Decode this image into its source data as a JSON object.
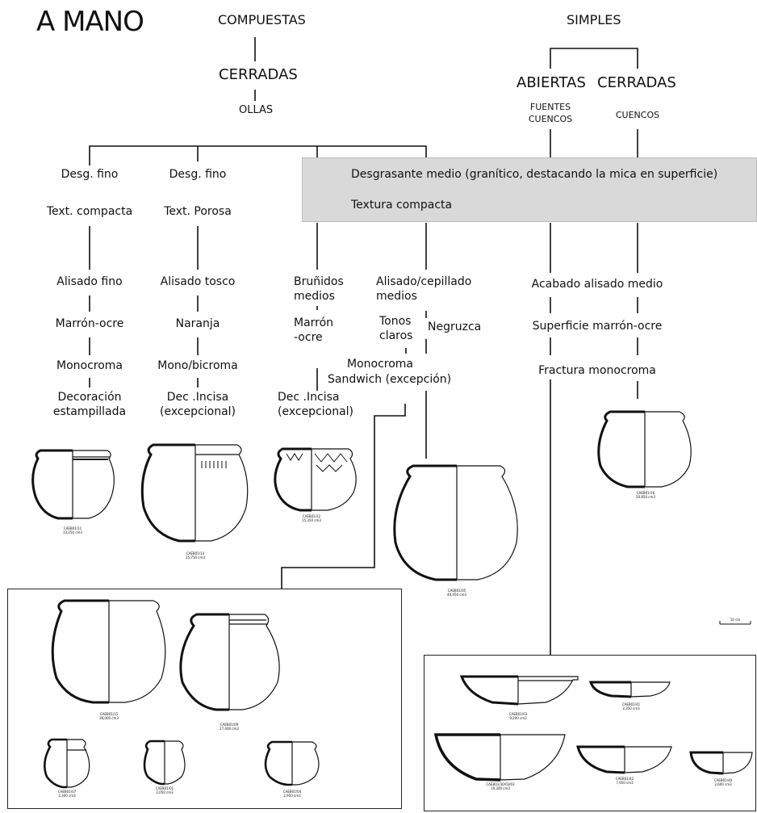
{
  "title": "A MANO",
  "groups": {
    "compuestas": "COMPUESTAS",
    "simples": "SIMPLES",
    "cerradas_left": "CERRADAS",
    "ollas": "OLLAS",
    "abiertas": "ABIERTAS",
    "cerradas_right": "CERRADAS",
    "fuentes": "FUENTES",
    "cuencos_a": "CUENCOS",
    "cuencos_b": "CUENCOS"
  },
  "shared_box": {
    "line1": "Desgrasante medio (granítico, destacando la mica en superficie)",
    "line2": "Textura compacta"
  },
  "col1": {
    "a": "Desg. fino",
    "b": "Text. compacta",
    "c": "Alisado fino",
    "d": "Marrón-ocre",
    "e": "Monocroma",
    "f1": "Decoración",
    "f2": "estampillada"
  },
  "col2": {
    "a": "Desg. fino",
    "b": "Text. Porosa",
    "c": "Alisado tosco",
    "d": "Naranja",
    "e": "Mono/bicroma",
    "f1": "Dec .Incisa",
    "f2": "(excepcional)"
  },
  "col3": {
    "c1": "Bruñidos",
    "c2": "medios",
    "d1": "Marrón",
    "d2": "-ocre",
    "f1": "Dec .Incisa",
    "f2": "(excepcional)"
  },
  "col4": {
    "c1": "Alisado/cepillado",
    "c2": "medios",
    "t1": "Tonos",
    "t2": "claros",
    "neg": "Negruzca",
    "m1": "Monocroma",
    "m2": "Sandwich (excepción)"
  },
  "col5": {
    "a": "Acabado alisado medio",
    "b": "Superficie marrón-ocre",
    "c": "Fractura monocroma"
  },
  "vessels": {
    "v11": {
      "code": "CAEB01/11",
      "vol": "13,250 cm3"
    },
    "v14": {
      "code": "CAEB01/14",
      "vol": "25,750 cm3"
    },
    "v12": {
      "code": "CAEB01/12",
      "vol": "15,350 cm3"
    },
    "v05": {
      "code": "CAEB01/05",
      "vol": "40,450 cm3"
    },
    "v16": {
      "code": "CAEB01/16",
      "vol": "20,850 cm3"
    },
    "v15": {
      "code": "CAEB01/15",
      "vol": "36,000 cm3"
    },
    "v09": {
      "code": "CAEB01/09",
      "vol": "27,400 cm3"
    },
    "v07": {
      "code": "CAEB01/07",
      "vol": "2,300 cm3"
    },
    "v01": {
      "code": "CAEB01/01",
      "vol": "2,050 cm3"
    },
    "v04": {
      "code": "CAEB01/04",
      "vol": "2,950 cm3"
    },
    "v03": {
      "code": "CAEB01/03",
      "vol": "9,200 cm3"
    },
    "v41": {
      "code": "CAEB01/41",
      "vol": "2,350 cm3"
    },
    "v030": {
      "code": "CAEB01/30/03/03",
      "vol": "19,300 cm3"
    },
    "v42": {
      "code": "CAEB01/42",
      "vol": "7,950 cm3"
    },
    "v40": {
      "code": "CAEB01/40",
      "vol": "2,600 cm3"
    }
  },
  "scale": "10 cm"
}
